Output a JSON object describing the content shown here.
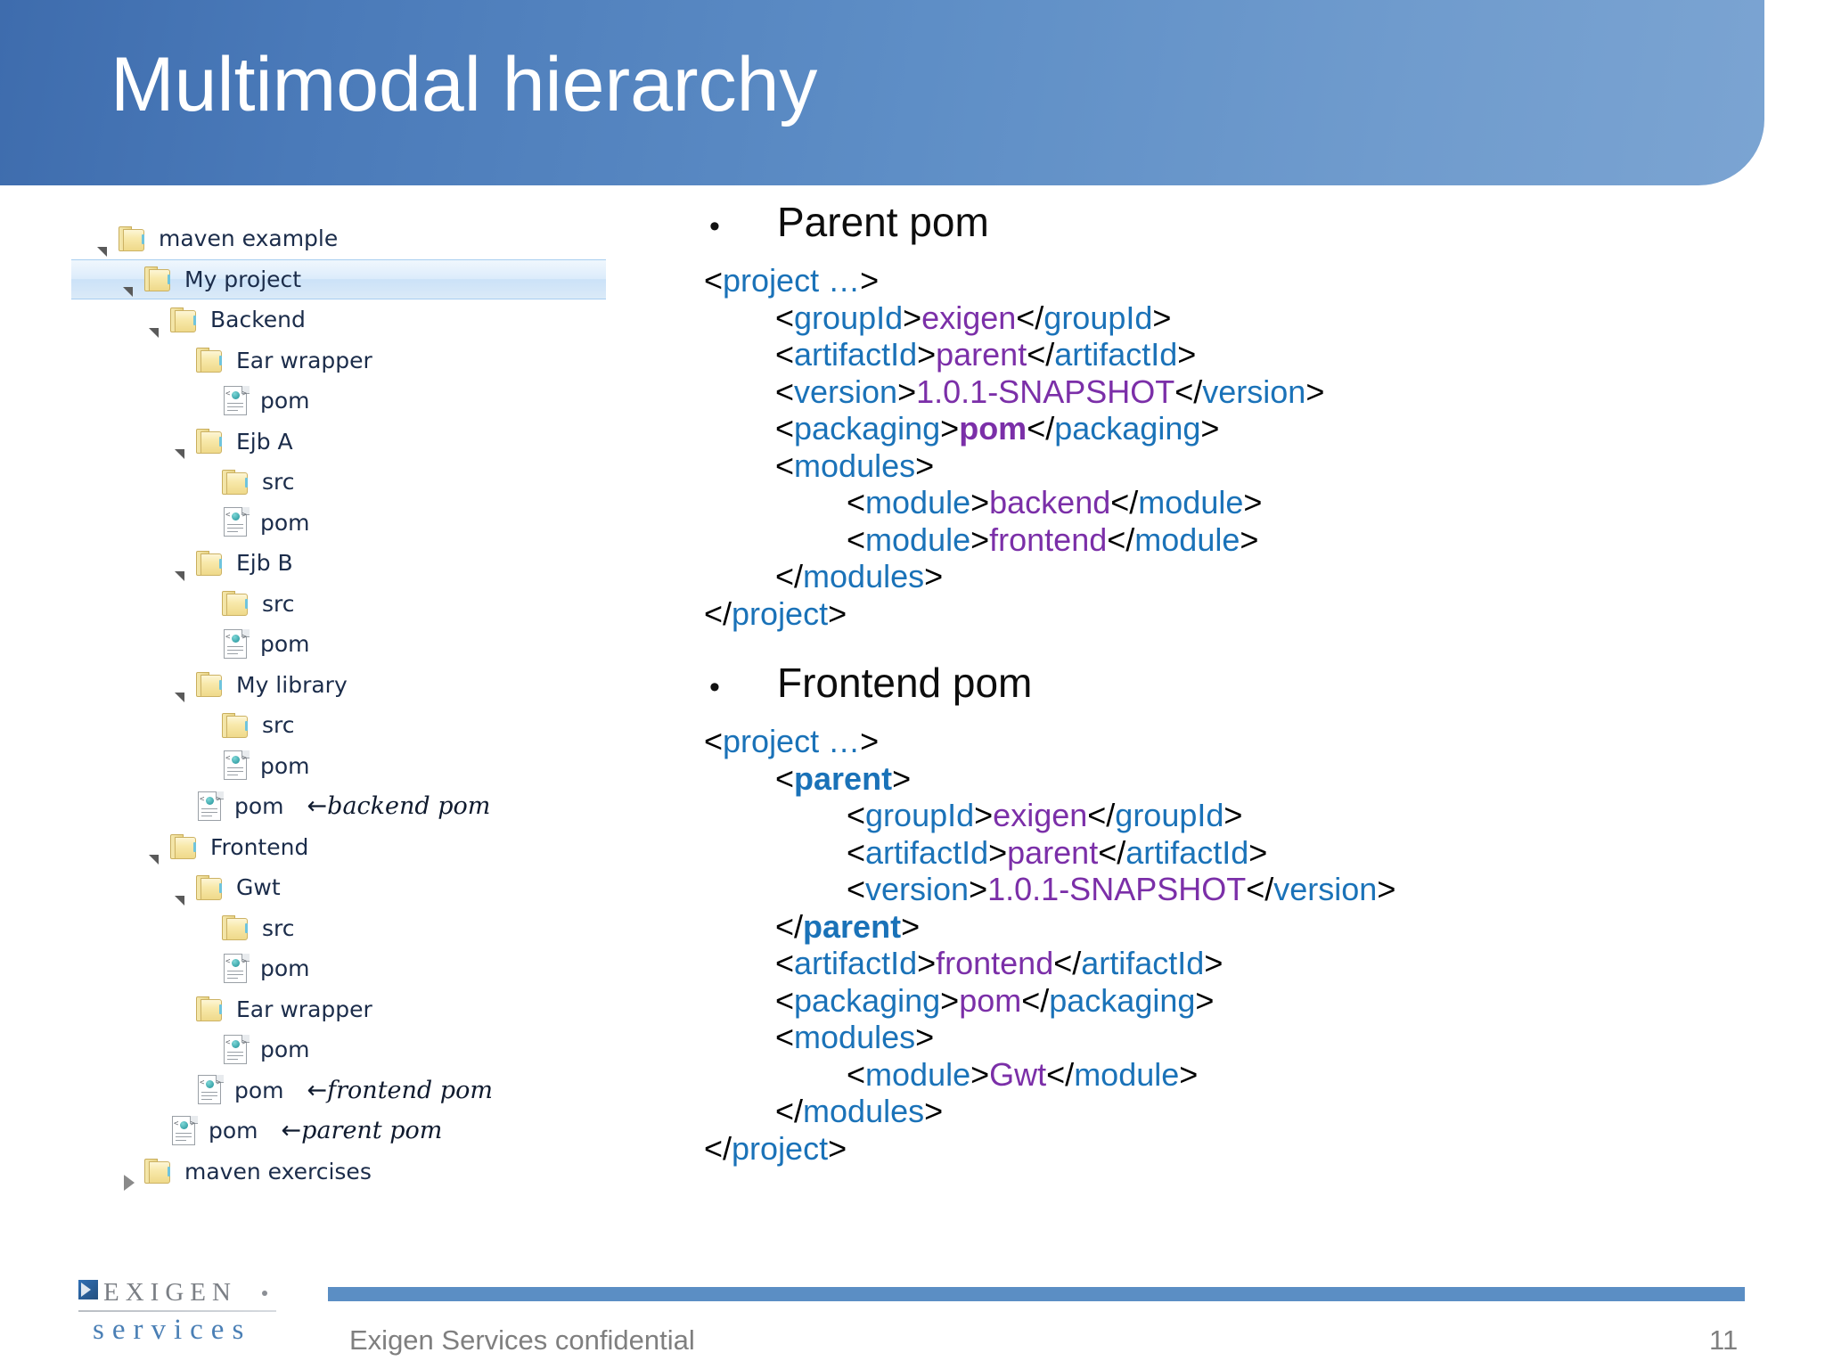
{
  "slide": {
    "title": "Multimodal hierarchy",
    "page_number": "11",
    "footer_text": "Exigen Services confidential",
    "logo": {
      "primary": "EXIGEN",
      "secondary": "services"
    },
    "colors": {
      "banner_start": "#3e6cad",
      "banner_end": "#7ba4d2",
      "xml_tag": "#1a72b8",
      "xml_value": "#7b2fa8",
      "footer_bar": "#5b8ec4",
      "footer_text": "#7f7f7f",
      "selection": "#cbe2f8"
    }
  },
  "tree": {
    "rows": [
      {
        "label": "maven example",
        "icon": "folder-icon",
        "expander": "open",
        "indent": 1,
        "selected": false,
        "annotation": ""
      },
      {
        "label": "My project",
        "icon": "folder-icon",
        "expander": "open",
        "indent": 2,
        "selected": true,
        "annotation": ""
      },
      {
        "label": "Backend",
        "icon": "folder-icon",
        "expander": "open",
        "indent": 3,
        "selected": false,
        "annotation": ""
      },
      {
        "label": "Ear wrapper",
        "icon": "folder-icon",
        "expander": "none",
        "indent": 4,
        "selected": false,
        "annotation": ""
      },
      {
        "label": "pom",
        "icon": "xml-file-icon",
        "expander": "none",
        "indent": 5,
        "selected": false,
        "annotation": ""
      },
      {
        "label": "Ejb A",
        "icon": "folder-icon",
        "expander": "open",
        "indent": 4,
        "selected": false,
        "annotation": ""
      },
      {
        "label": "src",
        "icon": "folder-icon",
        "expander": "none",
        "indent": 5,
        "selected": false,
        "annotation": ""
      },
      {
        "label": "pom",
        "icon": "xml-file-icon",
        "expander": "none",
        "indent": 5,
        "selected": false,
        "annotation": ""
      },
      {
        "label": "Ejb B",
        "icon": "folder-icon",
        "expander": "open",
        "indent": 4,
        "selected": false,
        "annotation": ""
      },
      {
        "label": "src",
        "icon": "folder-icon",
        "expander": "none",
        "indent": 5,
        "selected": false,
        "annotation": ""
      },
      {
        "label": "pom",
        "icon": "xml-file-icon",
        "expander": "none",
        "indent": 5,
        "selected": false,
        "annotation": ""
      },
      {
        "label": "My library",
        "icon": "folder-icon",
        "expander": "open",
        "indent": 4,
        "selected": false,
        "annotation": ""
      },
      {
        "label": "src",
        "icon": "folder-icon",
        "expander": "none",
        "indent": 5,
        "selected": false,
        "annotation": ""
      },
      {
        "label": "pom",
        "icon": "xml-file-icon",
        "expander": "none",
        "indent": 5,
        "selected": false,
        "annotation": ""
      },
      {
        "label": "pom",
        "icon": "xml-file-icon",
        "expander": "none",
        "indent": 4,
        "selected": false,
        "annotation": "backend pom"
      },
      {
        "label": "Frontend",
        "icon": "folder-icon",
        "expander": "open",
        "indent": 3,
        "selected": false,
        "annotation": ""
      },
      {
        "label": "Gwt",
        "icon": "folder-icon",
        "expander": "open",
        "indent": 4,
        "selected": false,
        "annotation": ""
      },
      {
        "label": "src",
        "icon": "folder-icon",
        "expander": "none",
        "indent": 5,
        "selected": false,
        "annotation": ""
      },
      {
        "label": "pom",
        "icon": "xml-file-icon",
        "expander": "none",
        "indent": 5,
        "selected": false,
        "annotation": ""
      },
      {
        "label": "Ear wrapper",
        "icon": "folder-icon",
        "expander": "none",
        "indent": 4,
        "selected": false,
        "annotation": ""
      },
      {
        "label": "pom",
        "icon": "xml-file-icon",
        "expander": "none",
        "indent": 5,
        "selected": false,
        "annotation": ""
      },
      {
        "label": "pom",
        "icon": "xml-file-icon",
        "expander": "none",
        "indent": 4,
        "selected": false,
        "annotation": "frontend pom"
      },
      {
        "label": "pom",
        "icon": "xml-file-icon",
        "expander": "none",
        "indent": 3,
        "selected": false,
        "annotation": "parent pom"
      },
      {
        "label": "maven exercises",
        "icon": "folder-icon",
        "expander": "closed",
        "indent": 2,
        "selected": false,
        "annotation": ""
      }
    ],
    "annotation_arrow": "←"
  },
  "content": {
    "sections": [
      {
        "bullet": "•",
        "heading": "Parent pom",
        "lines": [
          {
            "indent": 0,
            "parts": [
              {
                "t": "p",
                "s": "<"
              },
              {
                "t": "t",
                "s": "project …"
              },
              {
                "t": "p",
                "s": ">"
              }
            ]
          },
          {
            "indent": 1,
            "parts": [
              {
                "t": "p",
                "s": "<"
              },
              {
                "t": "t",
                "s": "groupId"
              },
              {
                "t": "p",
                "s": ">"
              },
              {
                "t": "v",
                "s": "exigen"
              },
              {
                "t": "p",
                "s": "</"
              },
              {
                "t": "t",
                "s": "groupId"
              },
              {
                "t": "p",
                "s": ">"
              }
            ]
          },
          {
            "indent": 1,
            "parts": [
              {
                "t": "p",
                "s": "<"
              },
              {
                "t": "t",
                "s": "artifactId"
              },
              {
                "t": "p",
                "s": ">"
              },
              {
                "t": "v",
                "s": "parent"
              },
              {
                "t": "p",
                "s": "</"
              },
              {
                "t": "t",
                "s": "artifactId"
              },
              {
                "t": "p",
                "s": ">"
              }
            ]
          },
          {
            "indent": 1,
            "parts": [
              {
                "t": "p",
                "s": "<"
              },
              {
                "t": "t",
                "s": "version"
              },
              {
                "t": "p",
                "s": ">"
              },
              {
                "t": "v",
                "s": "1.0.1-SNAPSHOT"
              },
              {
                "t": "p",
                "s": "</"
              },
              {
                "t": "t",
                "s": "version"
              },
              {
                "t": "p",
                "s": ">"
              }
            ]
          },
          {
            "indent": 1,
            "parts": [
              {
                "t": "p",
                "s": "<"
              },
              {
                "t": "t",
                "s": "packaging"
              },
              {
                "t": "p",
                "s": ">"
              },
              {
                "t": "vb",
                "s": "pom"
              },
              {
                "t": "p",
                "s": "</"
              },
              {
                "t": "t",
                "s": "packaging"
              },
              {
                "t": "p",
                "s": ">"
              }
            ]
          },
          {
            "indent": 1,
            "parts": [
              {
                "t": "p",
                "s": "<"
              },
              {
                "t": "t",
                "s": "modules"
              },
              {
                "t": "p",
                "s": ">"
              }
            ]
          },
          {
            "indent": 2,
            "parts": [
              {
                "t": "p",
                "s": "<"
              },
              {
                "t": "t",
                "s": "module"
              },
              {
                "t": "p",
                "s": ">"
              },
              {
                "t": "v",
                "s": "backend"
              },
              {
                "t": "p",
                "s": "</"
              },
              {
                "t": "t",
                "s": "module"
              },
              {
                "t": "p",
                "s": ">"
              }
            ]
          },
          {
            "indent": 2,
            "parts": [
              {
                "t": "p",
                "s": "<"
              },
              {
                "t": "t",
                "s": "module"
              },
              {
                "t": "p",
                "s": ">"
              },
              {
                "t": "v",
                "s": "frontend"
              },
              {
                "t": "p",
                "s": "</"
              },
              {
                "t": "t",
                "s": "module"
              },
              {
                "t": "p",
                "s": ">"
              }
            ]
          },
          {
            "indent": 1,
            "parts": [
              {
                "t": "p",
                "s": "</"
              },
              {
                "t": "t",
                "s": "modules"
              },
              {
                "t": "p",
                "s": ">"
              }
            ]
          },
          {
            "indent": 0,
            "parts": [
              {
                "t": "p",
                "s": "</"
              },
              {
                "t": "t",
                "s": "project"
              },
              {
                "t": "p",
                "s": ">"
              }
            ]
          }
        ]
      },
      {
        "bullet": "•",
        "heading": "Frontend pom",
        "lines": [
          {
            "indent": 0,
            "parts": [
              {
                "t": "p",
                "s": "<"
              },
              {
                "t": "t",
                "s": "project …"
              },
              {
                "t": "p",
                "s": ">"
              }
            ]
          },
          {
            "indent": 1,
            "parts": [
              {
                "t": "p",
                "s": "<"
              },
              {
                "t": "tb",
                "s": "parent"
              },
              {
                "t": "p",
                "s": ">"
              }
            ]
          },
          {
            "indent": 2,
            "parts": [
              {
                "t": "p",
                "s": "<"
              },
              {
                "t": "t",
                "s": "groupId"
              },
              {
                "t": "p",
                "s": ">"
              },
              {
                "t": "v",
                "s": "exigen"
              },
              {
                "t": "p",
                "s": "</"
              },
              {
                "t": "t",
                "s": "groupId"
              },
              {
                "t": "p",
                "s": ">"
              }
            ]
          },
          {
            "indent": 2,
            "parts": [
              {
                "t": "p",
                "s": "<"
              },
              {
                "t": "t",
                "s": "artifactId"
              },
              {
                "t": "p",
                "s": ">"
              },
              {
                "t": "v",
                "s": "parent"
              },
              {
                "t": "p",
                "s": "</"
              },
              {
                "t": "t",
                "s": "artifactId"
              },
              {
                "t": "p",
                "s": ">"
              }
            ]
          },
          {
            "indent": 2,
            "parts": [
              {
                "t": "p",
                "s": "<"
              },
              {
                "t": "t",
                "s": "version"
              },
              {
                "t": "p",
                "s": ">"
              },
              {
                "t": "v",
                "s": "1.0.1-SNAPSHOT"
              },
              {
                "t": "p",
                "s": "</"
              },
              {
                "t": "t",
                "s": "version"
              },
              {
                "t": "p",
                "s": ">"
              }
            ]
          },
          {
            "indent": 1,
            "parts": [
              {
                "t": "p",
                "s": "</"
              },
              {
                "t": "tb",
                "s": "parent"
              },
              {
                "t": "p",
                "s": ">"
              }
            ]
          },
          {
            "indent": 1,
            "parts": [
              {
                "t": "p",
                "s": "<"
              },
              {
                "t": "t",
                "s": "artifactId"
              },
              {
                "t": "p",
                "s": ">"
              },
              {
                "t": "v",
                "s": "frontend"
              },
              {
                "t": "p",
                "s": "</"
              },
              {
                "t": "t",
                "s": "artifactId"
              },
              {
                "t": "p",
                "s": ">"
              }
            ]
          },
          {
            "indent": 1,
            "parts": [
              {
                "t": "p",
                "s": "<"
              },
              {
                "t": "t",
                "s": "packaging"
              },
              {
                "t": "p",
                "s": ">"
              },
              {
                "t": "v",
                "s": "pom"
              },
              {
                "t": "p",
                "s": "</"
              },
              {
                "t": "t",
                "s": "packaging"
              },
              {
                "t": "p",
                "s": ">"
              }
            ]
          },
          {
            "indent": 1,
            "parts": [
              {
                "t": "p",
                "s": "<"
              },
              {
                "t": "t",
                "s": "modules"
              },
              {
                "t": "p",
                "s": ">"
              }
            ]
          },
          {
            "indent": 2,
            "parts": [
              {
                "t": "p",
                "s": "<"
              },
              {
                "t": "t",
                "s": "module"
              },
              {
                "t": "p",
                "s": ">"
              },
              {
                "t": "v",
                "s": "Gwt"
              },
              {
                "t": "p",
                "s": "</"
              },
              {
                "t": "t",
                "s": "module"
              },
              {
                "t": "p",
                "s": ">"
              }
            ]
          },
          {
            "indent": 1,
            "parts": [
              {
                "t": "p",
                "s": "</"
              },
              {
                "t": "t",
                "s": "modules"
              },
              {
                "t": "p",
                "s": ">"
              }
            ]
          },
          {
            "indent": 0,
            "parts": [
              {
                "t": "p",
                "s": "</"
              },
              {
                "t": "t",
                "s": "project"
              },
              {
                "t": "p",
                "s": ">"
              }
            ]
          }
        ]
      }
    ]
  }
}
